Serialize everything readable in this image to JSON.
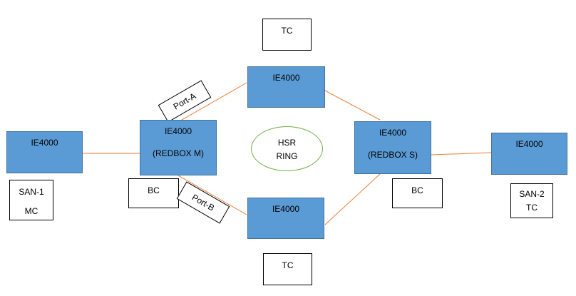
{
  "diagram": {
    "colors": {
      "switch_fill": "#5b9bd5",
      "switch_border": "#41719c",
      "link": "#ed7d31",
      "ring_border": "#70ad47"
    },
    "switches": {
      "top": {
        "label": "IE4000"
      },
      "bottom": {
        "label": "IE4000"
      },
      "redbox_m": {
        "label": "IE4000",
        "sublabel": "(REDBOX M)"
      },
      "redbox_s": {
        "label": "IE4000",
        "sublabel": "(REDBOX S)"
      },
      "san1": {
        "label": "IE4000"
      },
      "san2": {
        "label": "IE4000"
      }
    },
    "tags": {
      "top_tc": "TC",
      "bottom_tc": "TC",
      "redbox_m_bc": "BC",
      "redbox_s_bc": "BC",
      "san1_line1": "SAN-1",
      "san1_line2": "MC",
      "san2_line1": "SAN-2",
      "san2_line2": "TC"
    },
    "ports": {
      "a": "Port-A",
      "b": "Port-B"
    },
    "ring": {
      "line1": "HSR",
      "line2": "RING"
    }
  }
}
